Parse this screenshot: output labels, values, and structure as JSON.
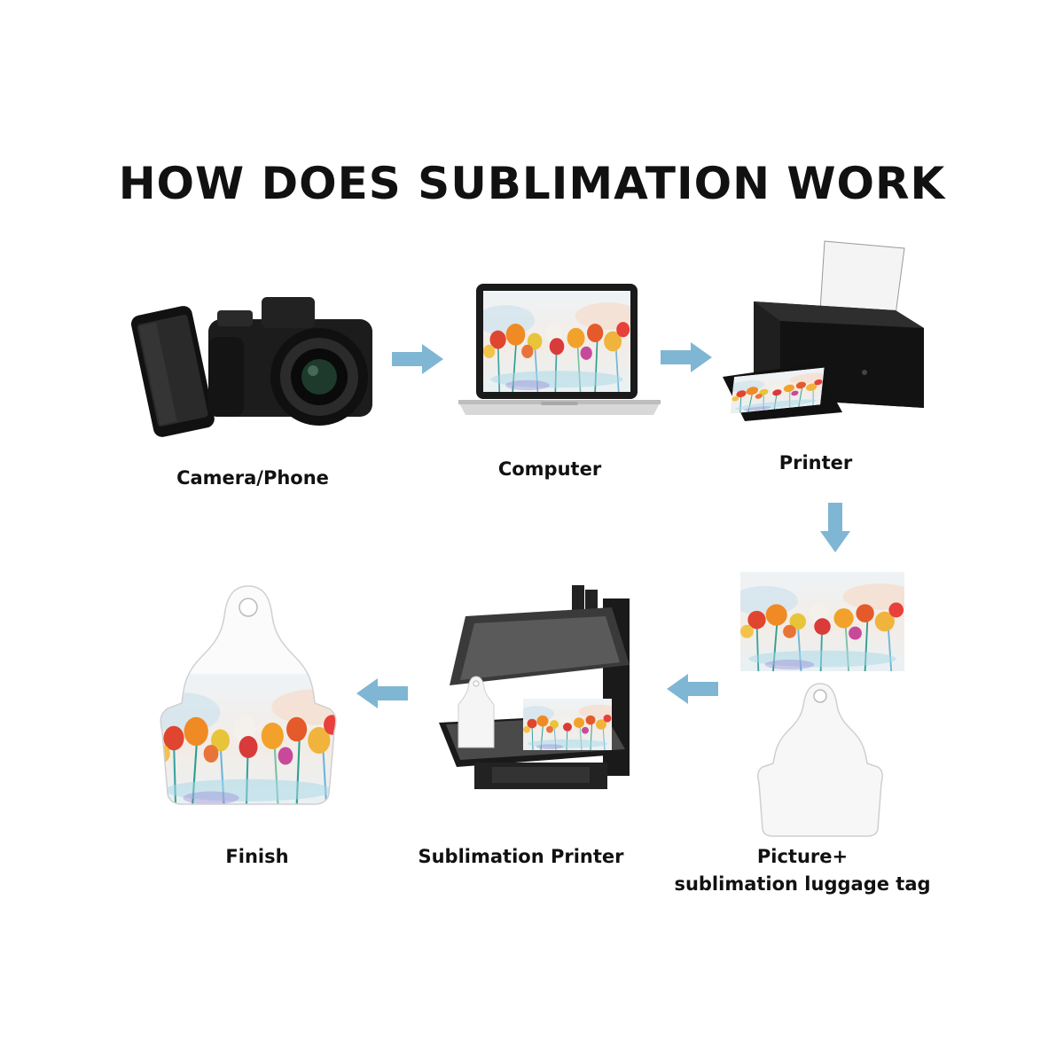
{
  "title": "HOW DOES SUBLIMATION WORK",
  "steps": {
    "camera": "Camera/Phone",
    "computer": "Computer",
    "printer": "Printer",
    "picture_line1": "Picture+",
    "picture_line2": "sublimation luggage tag",
    "press": "Sublimation Printer",
    "finish": "Finish"
  },
  "colors": {
    "arrow": "#7fb6d4",
    "device": "#1c1c1c",
    "text": "#111111"
  }
}
